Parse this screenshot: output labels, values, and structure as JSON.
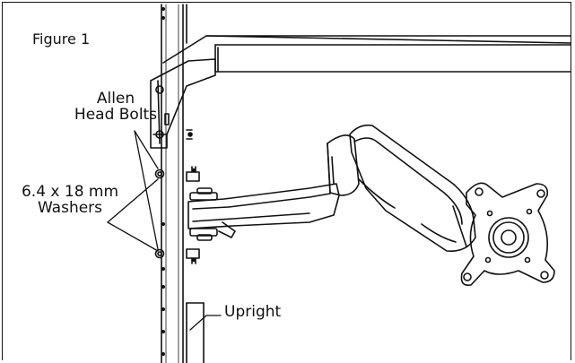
{
  "figure": {
    "title": "Figure 1",
    "callouts": {
      "bolts_line1": "Allen",
      "bolts_line2": "Head Bolts",
      "washers_line1": "6.4 x 18 mm",
      "washers_line2": "Washers",
      "upright": "Upright"
    }
  },
  "colors": {
    "line": "#111111",
    "background": "#ffffff"
  }
}
